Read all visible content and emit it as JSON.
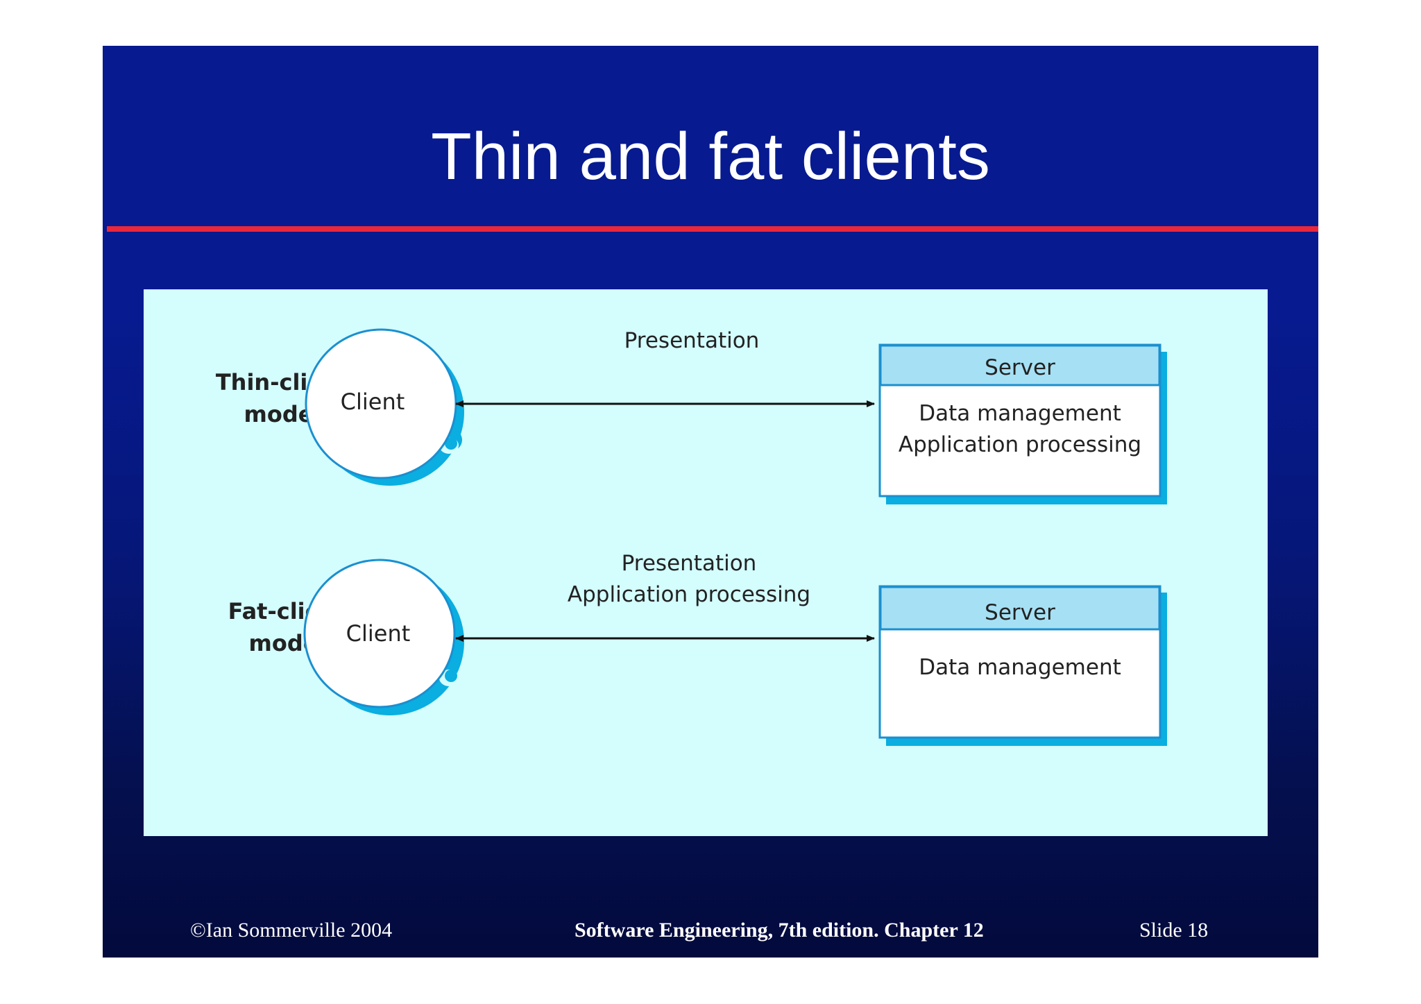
{
  "slide": {
    "title": "Thin and fat clients",
    "footer": {
      "copyright": "©Ian Sommerville 2004",
      "book": "Software Engineering, 7th edition. Chapter 12",
      "slide_number": "Slide  18"
    }
  },
  "diagram": {
    "thin_client": {
      "model_label_line1": "Thin-client",
      "model_label_line2": "model",
      "client_label": "Client",
      "link_label_line1": "Presentation",
      "server_title": "Server",
      "server_line1": "Data management",
      "server_line2": "Application processing"
    },
    "fat_client": {
      "model_label_line1": "Fat-client",
      "model_label_line2": "model",
      "client_label": "Client",
      "link_label_line1": "Presentation",
      "link_label_line2": "Application processing",
      "server_title": "Server",
      "server_line1": "Data management"
    },
    "colors": {
      "background": "#d4fdfd",
      "accent_shadow": "#0aaee0",
      "server_header": "#a6e0f4",
      "box_border": "#1b8fd0"
    }
  }
}
